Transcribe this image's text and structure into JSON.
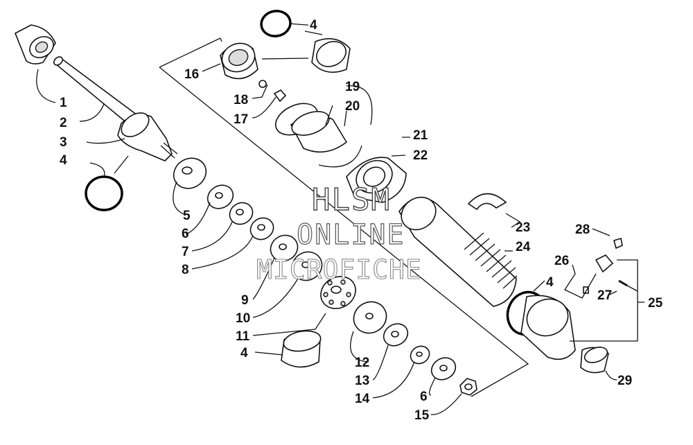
{
  "watermark": {
    "line1": "HLSM",
    "line2": "ONLINE",
    "line3": "MICROFICHE"
  },
  "callouts": [
    {
      "id": "c1",
      "text": "1"
    },
    {
      "id": "c2",
      "text": "2"
    },
    {
      "id": "c3",
      "text": "3"
    },
    {
      "id": "c4a",
      "text": "4"
    },
    {
      "id": "c4b",
      "text": "4"
    },
    {
      "id": "c4c",
      "text": "4"
    },
    {
      "id": "c4d",
      "text": "4"
    },
    {
      "id": "c5",
      "text": "5"
    },
    {
      "id": "c6a",
      "text": "6"
    },
    {
      "id": "c6b",
      "text": "6"
    },
    {
      "id": "c7",
      "text": "7"
    },
    {
      "id": "c8",
      "text": "8"
    },
    {
      "id": "c9",
      "text": "9"
    },
    {
      "id": "c10",
      "text": "10"
    },
    {
      "id": "c11",
      "text": "11"
    },
    {
      "id": "c12",
      "text": "12"
    },
    {
      "id": "c13",
      "text": "13"
    },
    {
      "id": "c14",
      "text": "14"
    },
    {
      "id": "c15",
      "text": "15"
    },
    {
      "id": "c16",
      "text": "16"
    },
    {
      "id": "c17",
      "text": "17"
    },
    {
      "id": "c18",
      "text": "18"
    },
    {
      "id": "c19",
      "text": "19"
    },
    {
      "id": "c20",
      "text": "20"
    },
    {
      "id": "c21",
      "text": "21"
    },
    {
      "id": "c22",
      "text": "22"
    },
    {
      "id": "c23",
      "text": "23"
    },
    {
      "id": "c24",
      "text": "24"
    },
    {
      "id": "c25",
      "text": "25"
    },
    {
      "id": "c26",
      "text": "26"
    },
    {
      "id": "c27",
      "text": "27"
    },
    {
      "id": "c28",
      "text": "28"
    },
    {
      "id": "c29",
      "text": "29"
    }
  ]
}
